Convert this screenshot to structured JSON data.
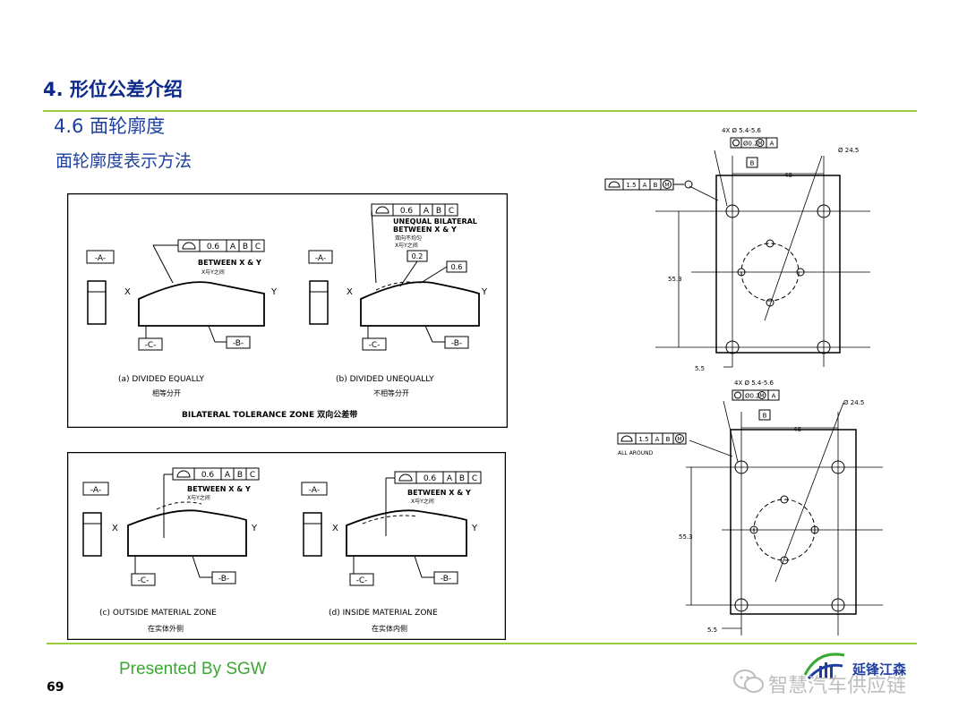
{
  "header": {
    "title": "4. 形位公差介绍",
    "section": "4.6 面轮廓度",
    "subtitle": "面轮廓度表示方法"
  },
  "footer": {
    "presented": "Presented By SGW",
    "page_number": "69",
    "logo_text": "延锋江森",
    "watermark": "智慧汽车供应链"
  },
  "panel_top": {
    "fcf_a": {
      "tol": "0.6",
      "d1": "A",
      "d2": "B",
      "d3": "C"
    },
    "fcf_b": {
      "tol": "0.6",
      "d1": "A",
      "d2": "B",
      "d3": "C"
    },
    "datum_a": "-A-",
    "datum_b": "-B-",
    "datum_c": "-C-",
    "x": "X",
    "y": "Y",
    "between": "BETWEEN X & Y",
    "between_cn": "X与Y之间",
    "unequal": "UNEQUAL BILATERAL",
    "unequal_between": "BETWEEN X & Y",
    "unequal_cn1": "双向不均匀",
    "unequal_cn2": "X与Y之间",
    "box_02": "0.2",
    "box_06": "0.6",
    "cap_a": "(a) DIVIDED EQUALLY",
    "cap_a_cn": "相等分开",
    "cap_b": "(b) DIVIDED UNEQUALLY",
    "cap_b_cn": "不相等分开",
    "zone": "BILATERAL TOLERANCE ZONE 双向公差带"
  },
  "panel_bottom": {
    "fcf_c": {
      "tol": "0.6",
      "d1": "A",
      "d2": "B",
      "d3": "C"
    },
    "fcf_d": {
      "tol": "0.6",
      "d1": "A",
      "d2": "B",
      "d3": "C"
    },
    "datum_a": "-A-",
    "datum_b": "-B-",
    "datum_c": "-C-",
    "x": "X",
    "y": "Y",
    "between": "BETWEEN X & Y",
    "between_cn": "X与Y之间",
    "cap_c": "(c) OUTSIDE MATERIAL ZONE",
    "cap_c_cn": "在实体外侧",
    "cap_d": "(d) INSIDE MATERIAL ZONE",
    "cap_d_cn": "在实体内侧"
  },
  "drawing_top": {
    "hole_callout": "4X Ø 5.4-5.6",
    "pos_tol": "Ø0.2",
    "pos_mod": "M",
    "pos_datum": "A",
    "datum_b": "B",
    "dia": "Ø 24.5",
    "profile_tol": "1.5",
    "profile_d1": "A",
    "profile_d2": "B",
    "profile_mod": "M",
    "dim_48": "48",
    "dim_553": "55.3",
    "dim_55": "5.5"
  },
  "drawing_bottom": {
    "hole_callout": "4X Ø 5.4-5.6",
    "pos_tol": "Ø0.2",
    "pos_mod": "M",
    "pos_datum": "A",
    "datum_b": "B",
    "dia": "Ø 24.5",
    "profile_tol": "1.5",
    "profile_d1": "A",
    "profile_d2": "B",
    "profile_mod": "M",
    "all_around": "ALL AROUND",
    "dim_48": "48",
    "dim_553": "55.3",
    "dim_55": "5.5"
  }
}
